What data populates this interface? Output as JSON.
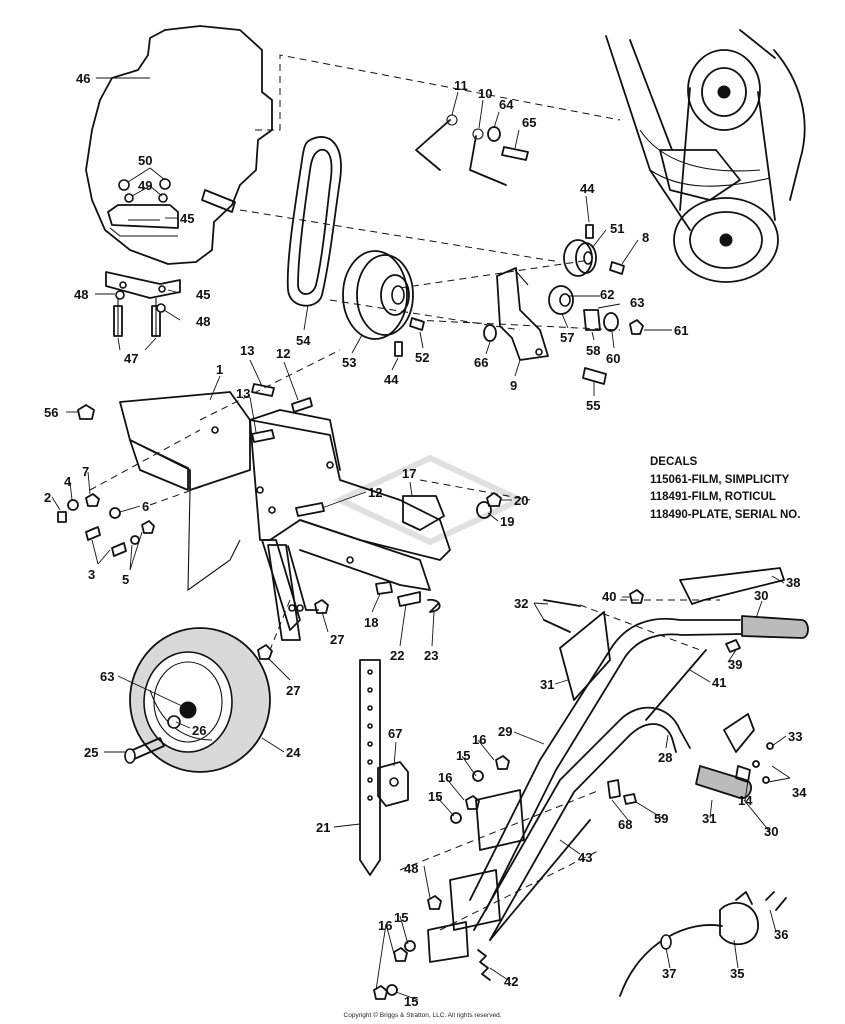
{
  "decals": {
    "heading": "DECALS",
    "items": [
      "115061-FILM, SIMPLICITY",
      "118491-FILM, ROTICUL",
      "118490-PLATE, SERIAL NO."
    ]
  },
  "copyright": "Copyright © Briggs & Stratton, LLC. All rights reserved.",
  "callouts": {
    "c46": "46",
    "c50": "50",
    "c49": "49",
    "c45a": "45",
    "c45b": "45",
    "c48a": "48",
    "c48b": "48",
    "c47": "47",
    "c11": "11",
    "c10": "10",
    "c64": "64",
    "c65": "65",
    "c44a": "44",
    "c51": "51",
    "c8": "8",
    "c62": "62",
    "c63a": "63",
    "c57": "57",
    "c58": "58",
    "c60": "60",
    "c61": "61",
    "c66": "66",
    "c9": "9",
    "c55": "55",
    "c54": "54",
    "c53": "53",
    "c44b": "44",
    "c52": "52",
    "c1": "1",
    "c13a": "13",
    "c12a": "12",
    "c13b": "13",
    "c56": "56",
    "c17": "17",
    "c20": "20",
    "c19": "19",
    "c12b": "12",
    "c2": "2",
    "c4": "4",
    "c7": "7",
    "c6": "6",
    "c3": "3",
    "c5": "5",
    "c18": "18",
    "c22": "22",
    "c23": "23",
    "c27a": "27",
    "c27b": "27",
    "c63b": "63",
    "c26": "26",
    "c25": "25",
    "c24": "24",
    "c67": "67",
    "c21": "21",
    "c38": "38",
    "c40": "40",
    "c32": "32",
    "c30a": "30",
    "c39": "39",
    "c31a": "31",
    "c41": "41",
    "c29": "29",
    "c28": "28",
    "c33": "33",
    "c34": "34",
    "c14": "14",
    "c31b": "31",
    "c30b": "30",
    "c16a": "16",
    "c15a": "15",
    "c16b": "16",
    "c15b": "15",
    "c68": "68",
    "c59": "59",
    "c43": "43",
    "c48c": "48",
    "c16c": "16",
    "c15c": "15",
    "c15d": "15",
    "c42": "42",
    "c36": "36",
    "c35": "35",
    "c37": "37"
  }
}
